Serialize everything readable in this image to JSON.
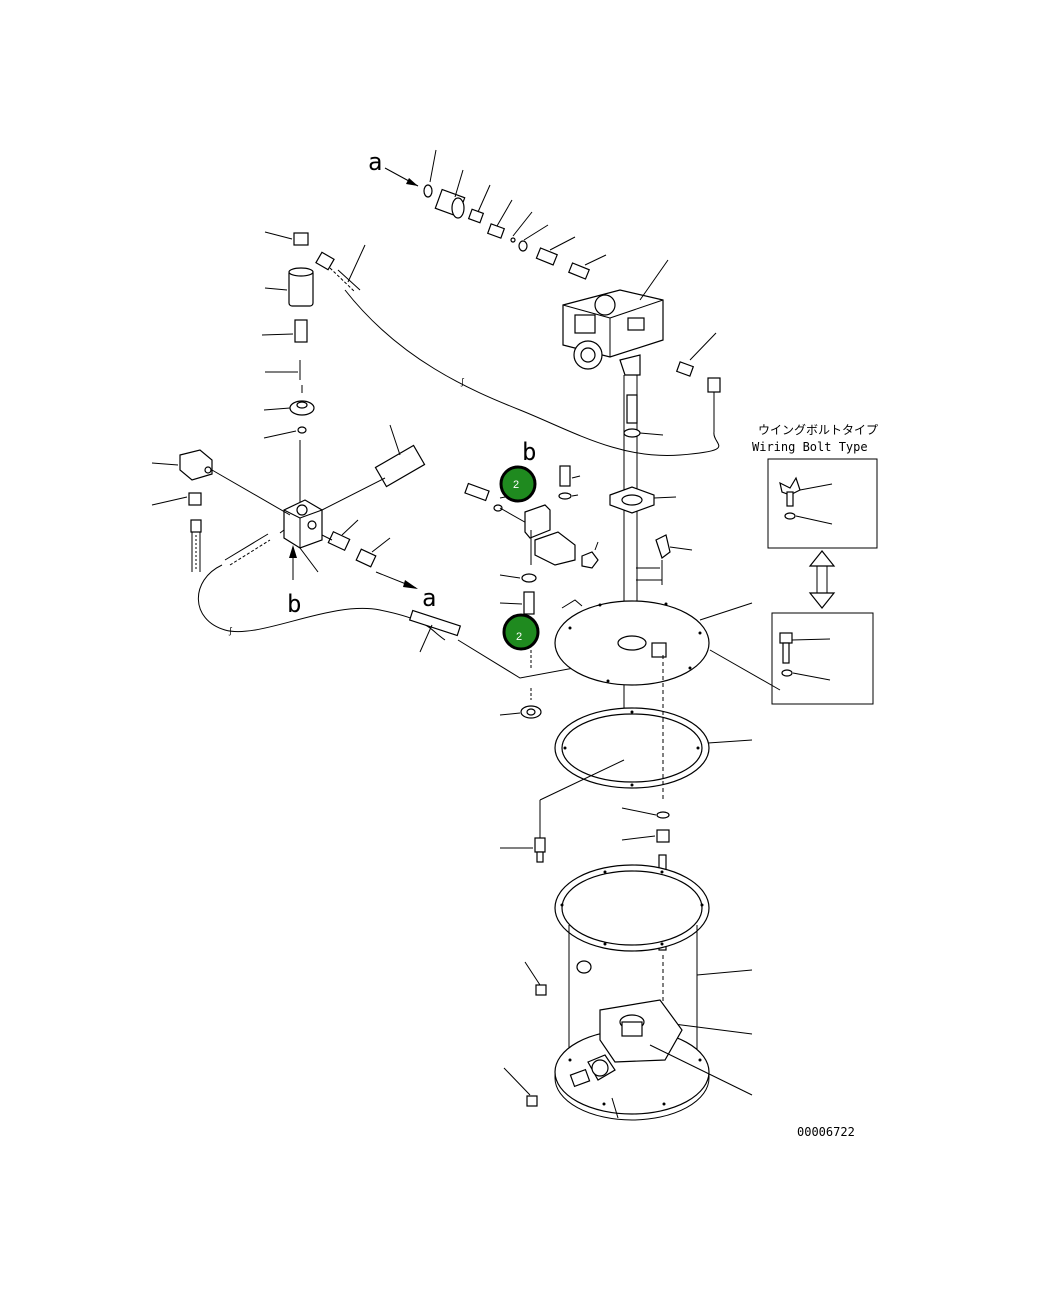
{
  "labels": {
    "ref_a": "a",
    "ref_b": "b"
  },
  "inset": {
    "title_jp": "ウイングボルトタイプ",
    "title_en": "Wiring Bolt Type"
  },
  "callouts": {
    "badge_upper": "2",
    "badge_lower": "2"
  },
  "drawing_number": "00006722",
  "colors": {
    "callout_fill": "#1f8a1f",
    "line": "#000000",
    "background": "#ffffff"
  }
}
